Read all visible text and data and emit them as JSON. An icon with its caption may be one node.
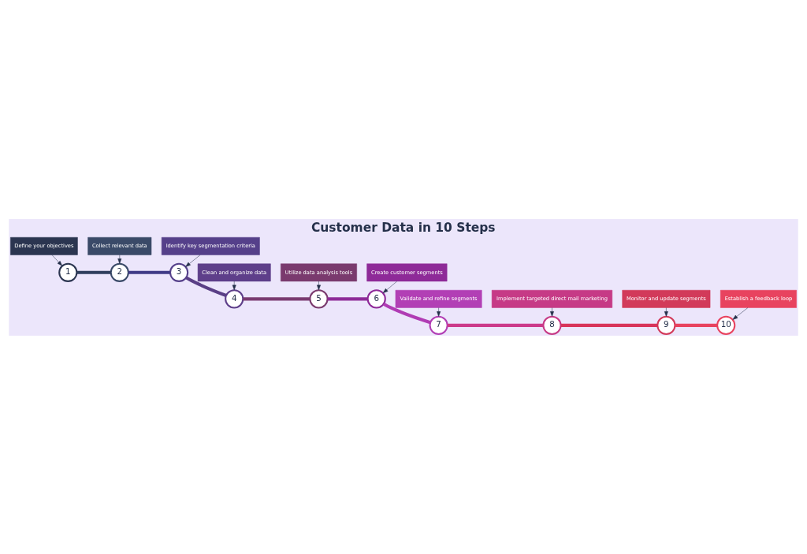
{
  "diagram": {
    "title": "Customer Data in 10 Steps",
    "nodes": [
      {
        "text": [
          "Define your objectives"
        ]
      },
      {
        "text": [
          "1"
        ]
      },
      {
        "text": [
          "Collect relevant data"
        ]
      },
      {
        "text": [
          "2"
        ]
      },
      {
        "text": [
          "Identify key segmentation criteria"
        ]
      },
      {
        "text": [
          "3"
        ]
      },
      {
        "text": [
          "Clean and organize data"
        ]
      },
      {
        "text": [
          "4"
        ]
      },
      {
        "text": [
          "Utilize data analysis tools"
        ]
      },
      {
        "text": [
          "5"
        ]
      },
      {
        "text": [
          "Create customer segments"
        ]
      },
      {
        "text": [
          "6"
        ]
      },
      {
        "text": [
          "Validate and refine segments"
        ]
      },
      {
        "text": [
          "7"
        ]
      },
      {
        "text": [
          "Implement targeted direct mail marketing"
        ]
      },
      {
        "text": [
          "8"
        ]
      },
      {
        "text": [
          "Monitor and update segments"
        ]
      },
      {
        "text": [
          "9"
        ]
      },
      {
        "text": [
          "Establish a feedback loop"
        ]
      },
      {
        "text": [
          "10"
        ]
      }
    ],
    "edges": [
      {
        "from": 0,
        "to": 1,
        "arrow": "to"
      },
      {
        "from": 2,
        "to": 3,
        "arrow": "to"
      },
      {
        "from": 4,
        "to": 5,
        "arrow": "to"
      },
      {
        "from": 6,
        "to": 7,
        "arrow": "to"
      },
      {
        "from": 8,
        "to": 9,
        "arrow": "to"
      },
      {
        "from": 10,
        "to": 11,
        "arrow": "to"
      },
      {
        "from": 12,
        "to": 13,
        "arrow": "to"
      },
      {
        "from": 14,
        "to": 15,
        "arrow": "to"
      },
      {
        "from": 16,
        "to": 17,
        "arrow": "to"
      },
      {
        "from": 18,
        "to": 19,
        "arrow": "to"
      },
      {
        "from": 1,
        "to": 3,
        "arrow": "none",
        "style": "thick",
        "color": "#2e3d5c"
      },
      {
        "from": 3,
        "to": 5,
        "arrow": "none",
        "style": "thick",
        "color": "#3f3a86"
      },
      {
        "from": 5,
        "to": 7,
        "arrow": "none",
        "style": "thick",
        "color": "#5a3f86"
      },
      {
        "from": 7,
        "to": 9,
        "arrow": "none",
        "style": "thick",
        "color": "#7a3a70"
      },
      {
        "from": 9,
        "to": 11,
        "arrow": "none",
        "style": "thick",
        "color": "#8e2a98"
      },
      {
        "from": 11,
        "to": 13,
        "arrow": "none",
        "style": "thick",
        "color": "#b03cb4"
      },
      {
        "from": 13,
        "to": 15,
        "arrow": "none",
        "style": "thick",
        "color": "#cc3a8a"
      },
      {
        "from": 15,
        "to": 17,
        "arrow": "none",
        "style": "thick",
        "color": "#d8345a"
      },
      {
        "from": 17,
        "to": 19,
        "arrow": "none",
        "style": "thick",
        "color": "#e8435f"
      }
    ]
  }
}
